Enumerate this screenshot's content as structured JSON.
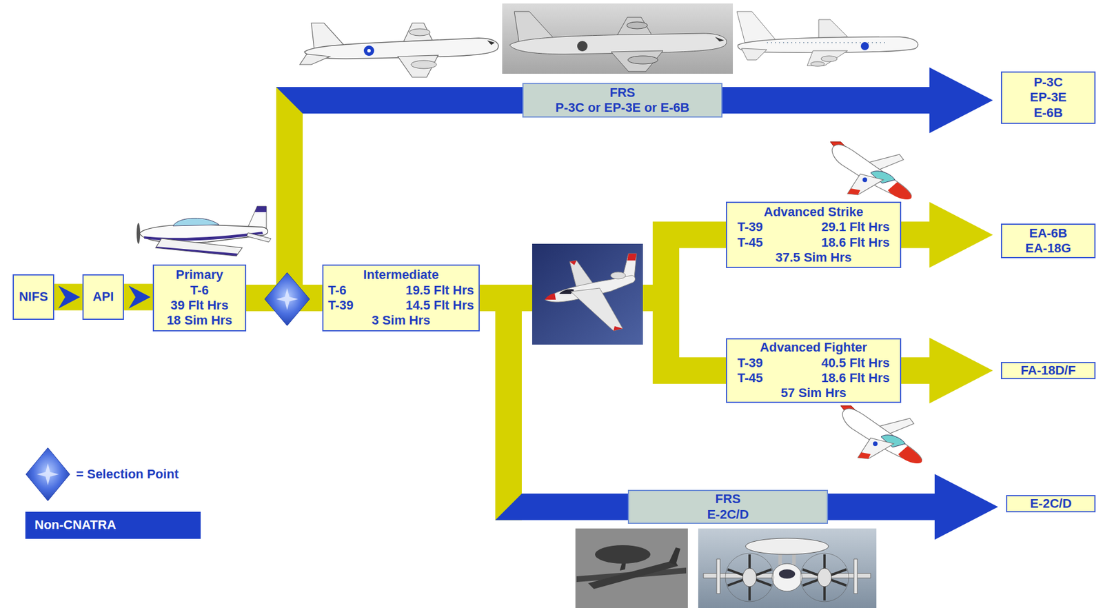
{
  "diagram": {
    "nodes": [
      {
        "text": [
          "NIFS"
        ]
      },
      {
        "text": [
          "API"
        ]
      },
      {
        "text": [
          "Primary",
          "T-6",
          "39 Flt Hrs",
          "18 Sim Hrs"
        ]
      },
      {
        "text": [
          "Intermediate",
          "T-6",
          "19.5 Flt Hrs",
          "T-39",
          "14.5 Flt Hrs",
          "3 Sim Hrs"
        ]
      },
      {
        "text": [
          "FRS",
          "P-3C or EP-3E or E-6B"
        ]
      },
      {
        "text": [
          "Advanced Strike",
          "T-39",
          "29.1 Flt Hrs",
          "T-45",
          "18.6 Flt Hrs",
          "37.5 Sim Hrs"
        ]
      },
      {
        "text": [
          "Advanced Fighter",
          "T-39",
          "40.5 Flt Hrs",
          "T-45",
          "18.6 Flt Hrs",
          "57 Sim Hrs"
        ]
      },
      {
        "text": [
          "FRS",
          "E-2C/D"
        ]
      },
      {
        "text": [
          "P-3C",
          "EP-3E",
          "E-6B"
        ]
      },
      {
        "text": [
          "EA-6B",
          "EA-18G"
        ]
      },
      {
        "text": [
          "FA-18D/F"
        ]
      },
      {
        "text": [
          "E-2C/D"
        ]
      }
    ],
    "edges": [
      {
        "from": 0,
        "to": 1,
        "arrow": "to"
      },
      {
        "from": 1,
        "to": 2,
        "arrow": "to"
      },
      {
        "from": 2,
        "to": 3,
        "arrow": "none"
      },
      {
        "from": 2,
        "to": 4,
        "arrow": "none"
      },
      {
        "from": 4,
        "to": 8,
        "arrow": "to"
      },
      {
        "from": 3,
        "to": 5,
        "arrow": "none"
      },
      {
        "from": 3,
        "to": 6,
        "arrow": "none"
      },
      {
        "from": 3,
        "to": 7,
        "arrow": "none"
      },
      {
        "from": 5,
        "to": 9,
        "arrow": "to"
      },
      {
        "from": 6,
        "to": 10,
        "arrow": "to"
      },
      {
        "from": 7,
        "to": 11,
        "arrow": "to"
      }
    ],
    "legend": [
      {
        "text": "= Selection Point"
      },
      {
        "text": "Non-CNATRA",
        "color": "#1c3fc8"
      }
    ]
  }
}
